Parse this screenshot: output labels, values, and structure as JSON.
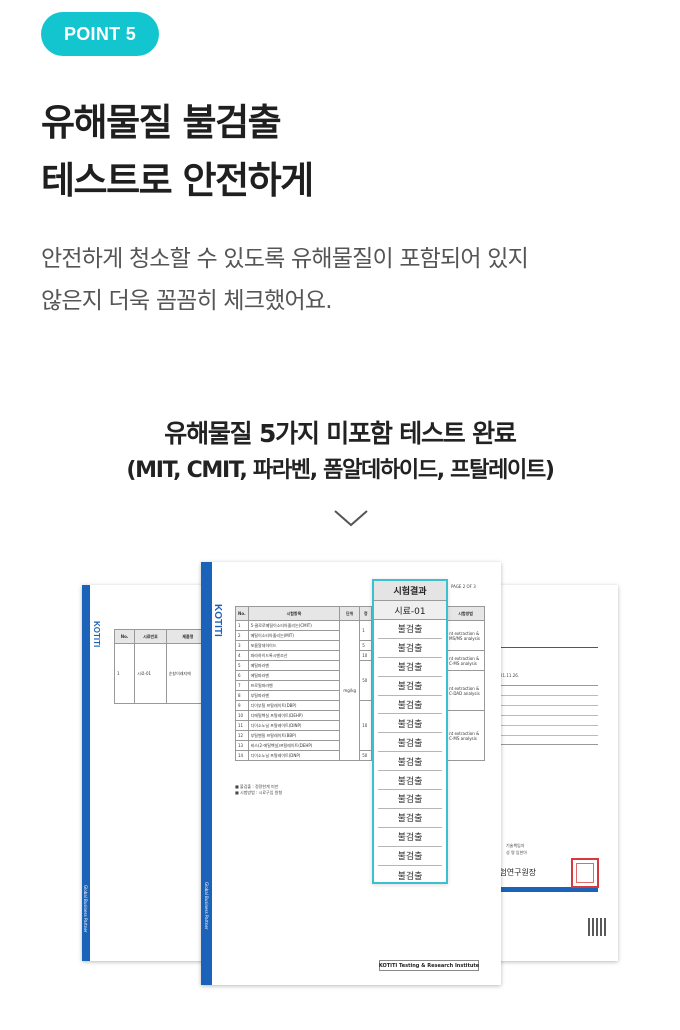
{
  "badge": "POINT 5",
  "headline": {
    "line1": "유해물질 불검출",
    "line2": "테스트로 안전하게"
  },
  "description": {
    "line1": "안전하게 청소할 수 있도록 유해물질이 포함되어 있지",
    "line2": "않은지 더욱 꼼꼼히 체크했어요."
  },
  "subheading": {
    "line1": "유해물질 5가지 미포함 테스트 완료",
    "line2": "(MIT, CMIT, 파라벤, 폼알데하이드, 프탈레이트)"
  },
  "icons": {
    "chevron": "chevron-down-icon"
  },
  "colors": {
    "accent": "#13c5cf",
    "brand_blue": "#1b63b8",
    "highlight_border": "#3cc0cd",
    "stamp_red": "#d63b3b"
  },
  "report": {
    "logo": "KOTITI",
    "side_text": "Global Business Partner",
    "footer": "KOTITI Testing & Research Institute",
    "page_label": "PAGE 2 OF 3",
    "headers": {
      "no": "No.",
      "item": "시험항목",
      "unit": "단위",
      "limit": "정",
      "method": "시험방법"
    },
    "unit_value": "mg/kg",
    "rows": [
      {
        "no": "1",
        "item": "5-클로로메틸이소티아졸리논(CMIT)"
      },
      {
        "no": "2",
        "item": "메틸이소티아졸리논(MIT)"
      },
      {
        "no": "3",
        "item": "포름알데하이드"
      },
      {
        "no": "4",
        "item": "파라하이드록시벤조산"
      },
      {
        "no": "5",
        "item": "메틸파라벤"
      },
      {
        "no": "6",
        "item": "에틸파라벤"
      },
      {
        "no": "7",
        "item": "프로필파라벤"
      },
      {
        "no": "8",
        "item": "부틸파라벤"
      },
      {
        "no": "9",
        "item": "디이부틸 프탈레이트(DBP)"
      },
      {
        "no": "10",
        "item": "디에틸헥실 프탈레이트(DEHP)"
      },
      {
        "no": "11",
        "item": "디이소노닐 프탈레이트(DINP)"
      },
      {
        "no": "12",
        "item": "부틸벤질 프탈레이트(BBP)"
      },
      {
        "no": "13",
        "item": "비스(2-에틸헥실)프탈레이트(DEHP)"
      },
      {
        "no": "14",
        "item": "디이소노닐 프탈레이트(DNP)"
      }
    ],
    "limits": [
      "1",
      "5",
      "10",
      "50",
      "10",
      "50"
    ],
    "methods": [
      "nt extraction & MS/MS analysis",
      "nt extraction & C-MS analysis",
      "nt extraction & C-DAD analysis",
      "nt extraction & C-MS analysis"
    ],
    "notes": [
      "■ 불검출 : 정량한계 미만",
      "■ 시험방법 : 시료구입 원형"
    ],
    "left_page": {
      "headers": [
        "No.",
        "시료번호",
        "제품명"
      ],
      "row": [
        "1",
        "시료-01",
        "순창이레지에"
      ]
    },
    "right_page": {
      "date": "21.11.26.",
      "signer": "기술책임자",
      "name": "성 명   임한아",
      "institute": "시험연구원장"
    }
  },
  "result": {
    "header": "시험결과",
    "sample": "시료-01",
    "values": [
      "불검출",
      "불검출",
      "불검출",
      "불검출",
      "불검출",
      "불검출",
      "불검출",
      "불검출",
      "불검출",
      "불검출",
      "불검출",
      "불검출",
      "불검출",
      "불검출"
    ]
  }
}
